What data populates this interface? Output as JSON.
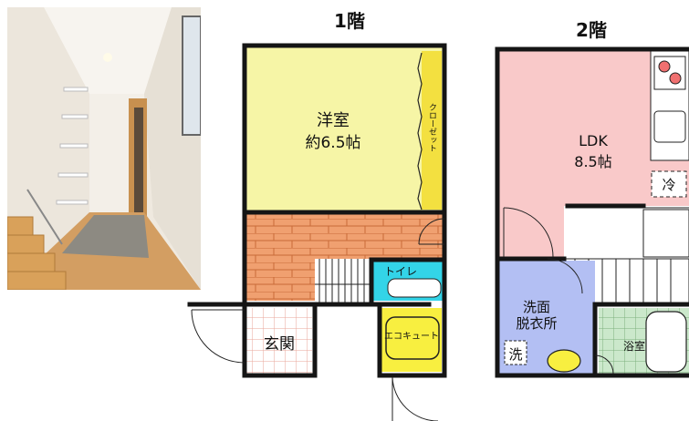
{
  "floor1": {
    "title": "1階",
    "rooms": {
      "western_room": "洋室",
      "western_room_size": "約6.5帖",
      "closet": "クローゼット",
      "toilet": "トイレ",
      "entrance": "玄関",
      "water_heater": "エコキュート"
    }
  },
  "floor2": {
    "title": "2階",
    "rooms": {
      "ldk": "LDK",
      "ldk_size": "8.5帖",
      "washroom_line1": "洗面",
      "washroom_line2": "脱衣所",
      "washer": "洗",
      "bathroom": "浴室",
      "fridge": "冷"
    }
  },
  "colors": {
    "western_room": "#f6f5a6",
    "closet": "#f3e040",
    "flooring": "#f0a070",
    "toilet": "#33d4e8",
    "entrance": "#ffffff",
    "water_heater": "#f8ef40",
    "ldk": "#f9c9c9",
    "washroom": "#b3bff3",
    "bathroom": "#cbe8cb",
    "wall": "#151515"
  },
  "photo": {
    "subject": "hallway-photo",
    "wall_color": "#f2ede4",
    "floor_color": "#cf9a5e"
  }
}
